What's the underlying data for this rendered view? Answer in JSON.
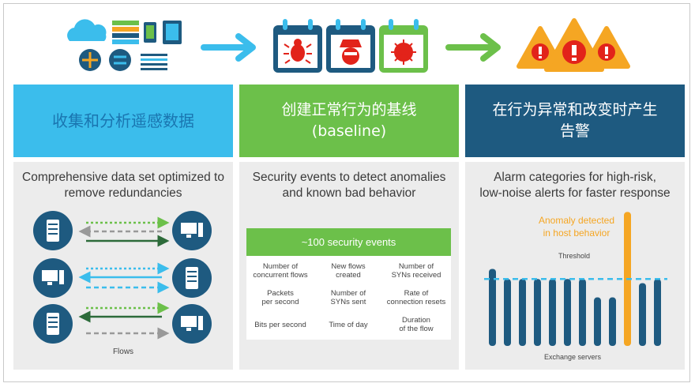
{
  "columns": [
    {
      "header_line1": "收集和分析遥感数据",
      "header_line2": "",
      "subtitle_line1": "Comprehensive data set optimized to",
      "subtitle_line2": "remove redundancies",
      "caption": "Flows"
    },
    {
      "header_line1": "创建正常行为的基线",
      "header_line2": "(baseline)",
      "subtitle_line1": "Security events to detect anomalies",
      "subtitle_line2": "and known bad behavior"
    },
    {
      "header_line1": "在行为异常和改变时产生",
      "header_line2": "告警",
      "subtitle_line1": "Alarm categories for high-risk,",
      "subtitle_line2": "low-noise alerts for faster response"
    }
  ],
  "security_events": {
    "title": "~100 security events",
    "cells": [
      [
        "Number of",
        "concurrent flows"
      ],
      [
        "New flows",
        "created"
      ],
      [
        "Number of",
        "SYNs received"
      ],
      [
        "Packets",
        "per second"
      ],
      [
        "Number of",
        "SYNs sent"
      ],
      [
        "Rate of",
        "connection resets"
      ],
      [
        "Bits per second",
        ""
      ],
      [
        "Time of day",
        ""
      ],
      [
        "Duration",
        "of the flow"
      ]
    ]
  },
  "alarm_chart": {
    "anomaly_line1": "Anomaly detected",
    "anomaly_line2": "in host behavior",
    "threshold_label": "Threshold",
    "x_label": "Exchange servers",
    "threshold": 0.8,
    "bars": [
      0.92,
      0.8,
      0.8,
      0.8,
      0.8,
      0.8,
      0.8,
      0.58,
      0.58,
      1.6,
      0.75,
      0.8
    ],
    "anomaly_index": 9
  },
  "colors": {
    "blue": "#3bbdec",
    "green": "#6cc04a",
    "navy": "#1e5a80",
    "orange": "#f5a623",
    "dark_blue": "#1e5a80",
    "red": "#e2231a"
  },
  "icons": [
    "cloud-icon",
    "server-stack-icon",
    "phone-icon",
    "tablet-icon",
    "router-icon",
    "switch-icon",
    "bug-icon",
    "spy-icon",
    "virus-icon",
    "alert-triangle-icon",
    "arrow-right-icon",
    "server-icon",
    "monitor-icon",
    "mouse-cursor-icon"
  ]
}
